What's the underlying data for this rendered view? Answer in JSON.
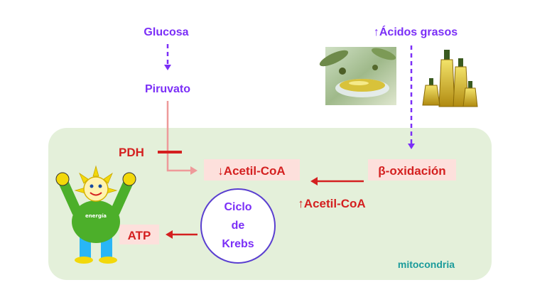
{
  "labels": {
    "glucose": "Glucosa",
    "pyruvate": "Piruvato",
    "fatty_acids": "↑Ácidos grasos",
    "pdh": "PDH",
    "acetyl_coa_low": "↓Acetil-CoA",
    "beta_oxidation": "β-oxidación",
    "acetyl_coa_high": "↑Acetil-CoA",
    "krebs_line1": "Ciclo",
    "krebs_line2": "de",
    "krebs_line3": "Krebs",
    "atp": "ATP",
    "mitochondria": "mitocondria",
    "energy_shirt": "energía"
  },
  "colors": {
    "purple": "#7b2ff7",
    "red": "#d42020",
    "mito_fill": "#e4f0da",
    "label_bg": "#fde0dc",
    "pink_arrow": "#ee9a9a",
    "teal": "#1b9b9b",
    "krebs_border": "#5a3fd0"
  },
  "icons": [
    "olive-oil-photo",
    "olive-oil-bottles",
    "energy-mascot"
  ]
}
